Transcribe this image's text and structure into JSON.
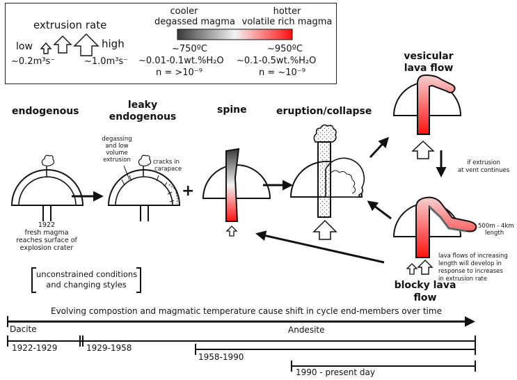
{
  "legend": {
    "extrusion_rate_title": "extrusion rate",
    "low": "low",
    "high": "high",
    "low_value": "~0.2m³s⁻",
    "high_value": "~1.0m³s⁻",
    "cooler_line1": "cooler",
    "cooler_line2": "degassed magma",
    "hotter_line1": "hotter",
    "hotter_line2": "volatile rich magma",
    "cool_temp": "~750ºC",
    "hot_temp": "~950ºC",
    "cool_water": "~0.01-0.1wt.%H₂O",
    "hot_water": "~0.1-0.5wt.%H₂O",
    "cool_n": "n = >10⁻⁹",
    "hot_n": "n = ~10⁻⁹",
    "gradient_cool_color": "#3a3a3a",
    "gradient_hot_color": "#ff1010"
  },
  "stages": {
    "endogenous": "endogenous",
    "leaky_line1": "leaky",
    "leaky_line2": "endogenous",
    "spine": "spine",
    "eruption": "eruption/collapse",
    "vesicular_line1": "vesicular",
    "vesicular_line2": "lava flow",
    "blocky_line1": "blocky lava",
    "blocky_line2": "flow"
  },
  "annotations": {
    "fresh_1": "1922",
    "fresh_2": "fresh magma",
    "fresh_3": "reaches surface of",
    "fresh_4": "explosion crater",
    "degas_1": "degassing",
    "degas_2": "and low",
    "degas_3": "volume",
    "degas_4": "extrusion",
    "cracks_1": "cracks in",
    "cracks_2": "carapace",
    "plus": "+",
    "unconstrained_1": "unconstrained conditions",
    "unconstrained_2": "and changing styles",
    "if_extrusion_1": "if extrusion",
    "if_extrusion_2": "at vent continues",
    "length_1": "500m - 4km",
    "length_2": "length",
    "flows_1": "lava flows of increasing",
    "flows_2": "length will develop in",
    "flows_3": "response to increases",
    "flows_4": "in extrusion rate"
  },
  "timeline": {
    "title": "Evolving compostion and magmatic temperature cause shift in cycle end-members over time",
    "dacite": "Dacite",
    "andesite": "Andesite",
    "p1": "1922-1929",
    "p2": "1929-1958",
    "p3": "1958-1990",
    "p4": "1990 - present  day"
  }
}
